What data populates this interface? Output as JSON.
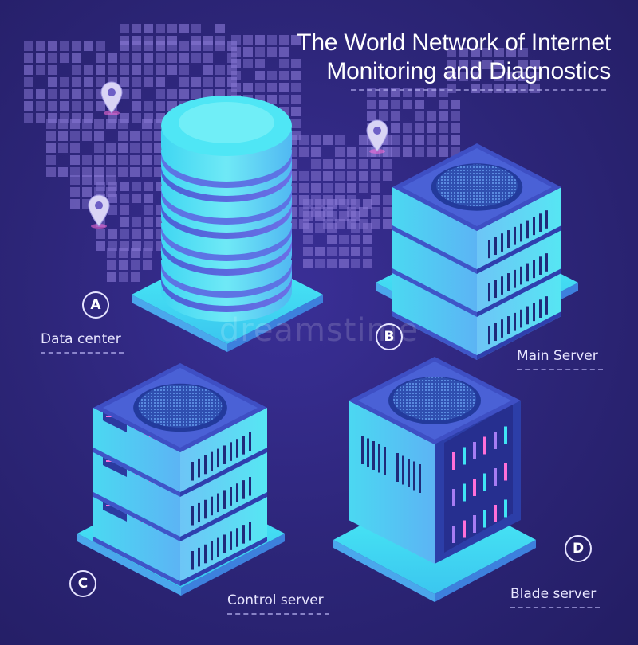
{
  "title": {
    "line1": "The World Network of Internet",
    "line2": "Monitoring and Diagnostics"
  },
  "items": [
    {
      "letter": "A",
      "label": "Data center"
    },
    {
      "letter": "B",
      "label": "Main Server"
    },
    {
      "letter": "C",
      "label": "Control server"
    },
    {
      "letter": "D",
      "label": "Blade server"
    }
  ],
  "watermark": "dreamstime",
  "colors": {
    "background": "#2c2577",
    "server_top": "#3fe4f4",
    "server_side": "#57a8ee",
    "server_dark": "#2e3fb2",
    "led_pink": "#ff6fd8",
    "map_dot": "#8a79d6"
  },
  "icons": [
    "location-pin-icon",
    "world-map-dots",
    "database-tower-icon",
    "server-rack-icon",
    "blade-server-icon"
  ]
}
